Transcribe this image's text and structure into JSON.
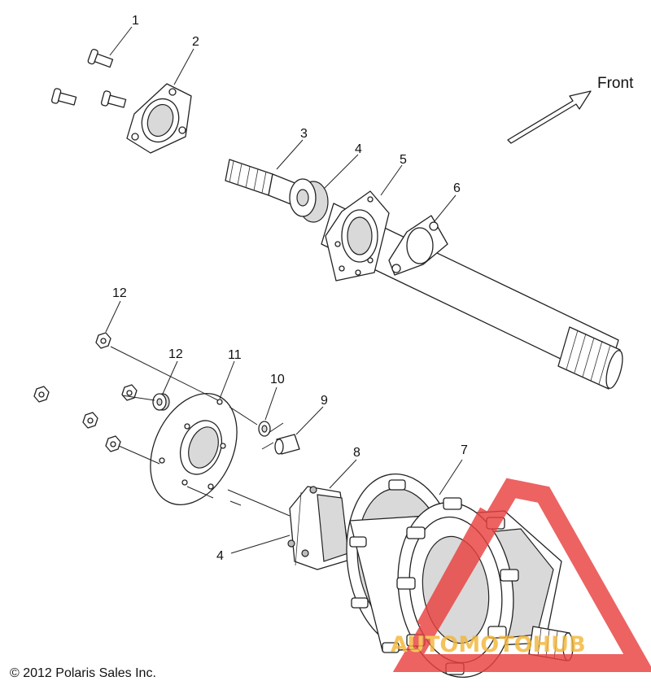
{
  "diagram": {
    "callouts": [
      {
        "id": "1",
        "text": "1"
      },
      {
        "id": "2",
        "text": "2"
      },
      {
        "id": "3",
        "text": "3"
      },
      {
        "id": "4a",
        "text": "4"
      },
      {
        "id": "5",
        "text": "5"
      },
      {
        "id": "6",
        "text": "6"
      },
      {
        "id": "12a",
        "text": "12"
      },
      {
        "id": "12b",
        "text": "12"
      },
      {
        "id": "11",
        "text": "11"
      },
      {
        "id": "10",
        "text": "10"
      },
      {
        "id": "9",
        "text": "9"
      },
      {
        "id": "8",
        "text": "8"
      },
      {
        "id": "7",
        "text": "7"
      },
      {
        "id": "4b",
        "text": "4"
      }
    ],
    "direction_label": "Front",
    "copyright": "© 2012 Polaris Sales Inc.",
    "watermark": {
      "text": "AUTOMOTOHUB",
      "colors": {
        "primary": "#e8413f",
        "secondary": "#f2b63a"
      }
    }
  }
}
